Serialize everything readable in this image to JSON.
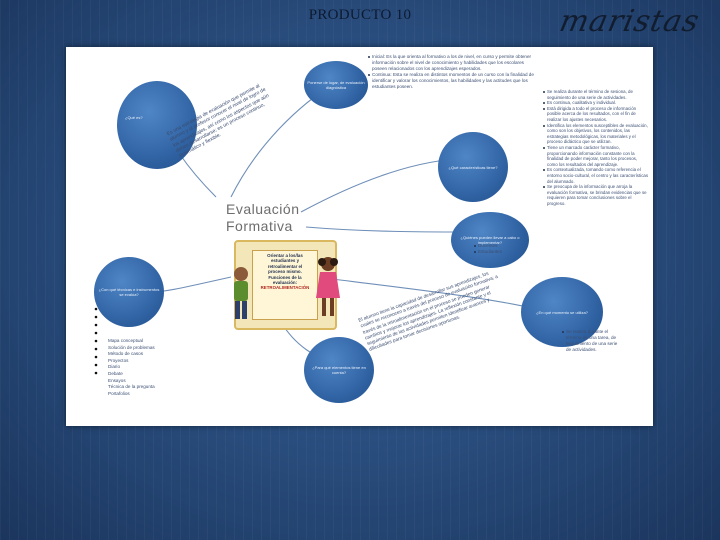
{
  "header": {
    "title": "PRODUCTO 10",
    "logo_text": "maristas"
  },
  "slide": {
    "center_title_line1": "Evaluación",
    "center_title_line2": "Formativa",
    "poster": {
      "line1": "Orientar a los/las",
      "line2": "estudiantes y",
      "line3": "retroalimentar el",
      "line4": "proceso mismo.",
      "line5": "Funciones de la",
      "line6": "evaluación:",
      "line7": "RETROALIMENTACIÓN"
    },
    "bubbles": {
      "b1": "Ponerse de lugar, de evaluación diagnóstica",
      "b2": "¿Qué es?",
      "b3": "¿Qué características tiene?",
      "b4": "¿Quiénes pueden llevar a cabo o implementar?",
      "b5": "¿Con qué técnicas e instrumentos se evalúa?",
      "b6": "¿En qué momento se utiliza?",
      "b7": "¿Para qué elementos tiene en cuenta?"
    },
    "top_list": [
      "Inicial: Es la que orienta al formativo a los de nivel, en curso y permite obtener información sobre el nivel de conocimiento y habilidades que los escolares poseen relacionados con los aprendizajes esperados.",
      "Continua: Esta se realiza en distintos momentos de un curso con la finalidad de identificar y valorar los conocimientos, las habilidades y las actitudes que los estudiantes poseen."
    ],
    "right_list": [
      "Se realiza durante el término de sesiona, de seguimiento de una serie de actividades.",
      "Es continua, cualitativa y individual.",
      "Está dirigida a todo el proceso de información posible acerca de los resultados, con el fin de realizar los ajustes necesarios.",
      "Identifica los elementos susceptibles de evaluación, como son los objetivos, los contenidos, las estrategias metodológicas, los materiales y el proceso didáctico que se utilizan.",
      "Tiene un marcado carácter formativo, proporcionando información constante con la finalidad de poder mejorar, tanto los procesos, como los resultados del aprendizaje.",
      "Es contextualizada, tomando como referencia el entorno socio-cultural, el centro y las características del alumnado.",
      "Se preocupa de la información que arroja la evaluación formativa, se brindan evidencias que se requieren para tomar conclusiones sobre el progreso."
    ],
    "who_list": [
      "Docentes",
      "Estudiantes"
    ],
    "moment_list": [
      "Se realiza durante el término de una tarea, de seguimiento de una serie de actividades."
    ],
    "techniques": [
      "Mapa conceptual",
      "Solución de problemas",
      "Método de casos",
      "Proyectos",
      "Diario",
      "Debate",
      "Ensayos",
      "Técnica de la pregunta",
      "Portafolios"
    ],
    "left_rotated": "Es una estrategia de evaluación que permite al alumno y al profesor conocer el nivel de logro de los aprendizajes, así como los aspectos que aún deben desarrollarse; es un proceso continuo, sistemático y flexible.",
    "bottom_rotated": "El alumno tiene la capacidad de desarrollar sus aprendizajes, los cuales se reconocen a través del proceso de evaluación formativa; a través de la retroalimentación en el proceso se pueden generar cambios y mejorar los aprendizajes. La reflexión constante y el seguimiento de las actividades permiten identificar avances y dificultades para tomar decisiones oportunas."
  },
  "colors": {
    "bubble": "#2d5f9f",
    "slide_bg": "#ffffff",
    "frame_bg": "#2a4f80"
  }
}
